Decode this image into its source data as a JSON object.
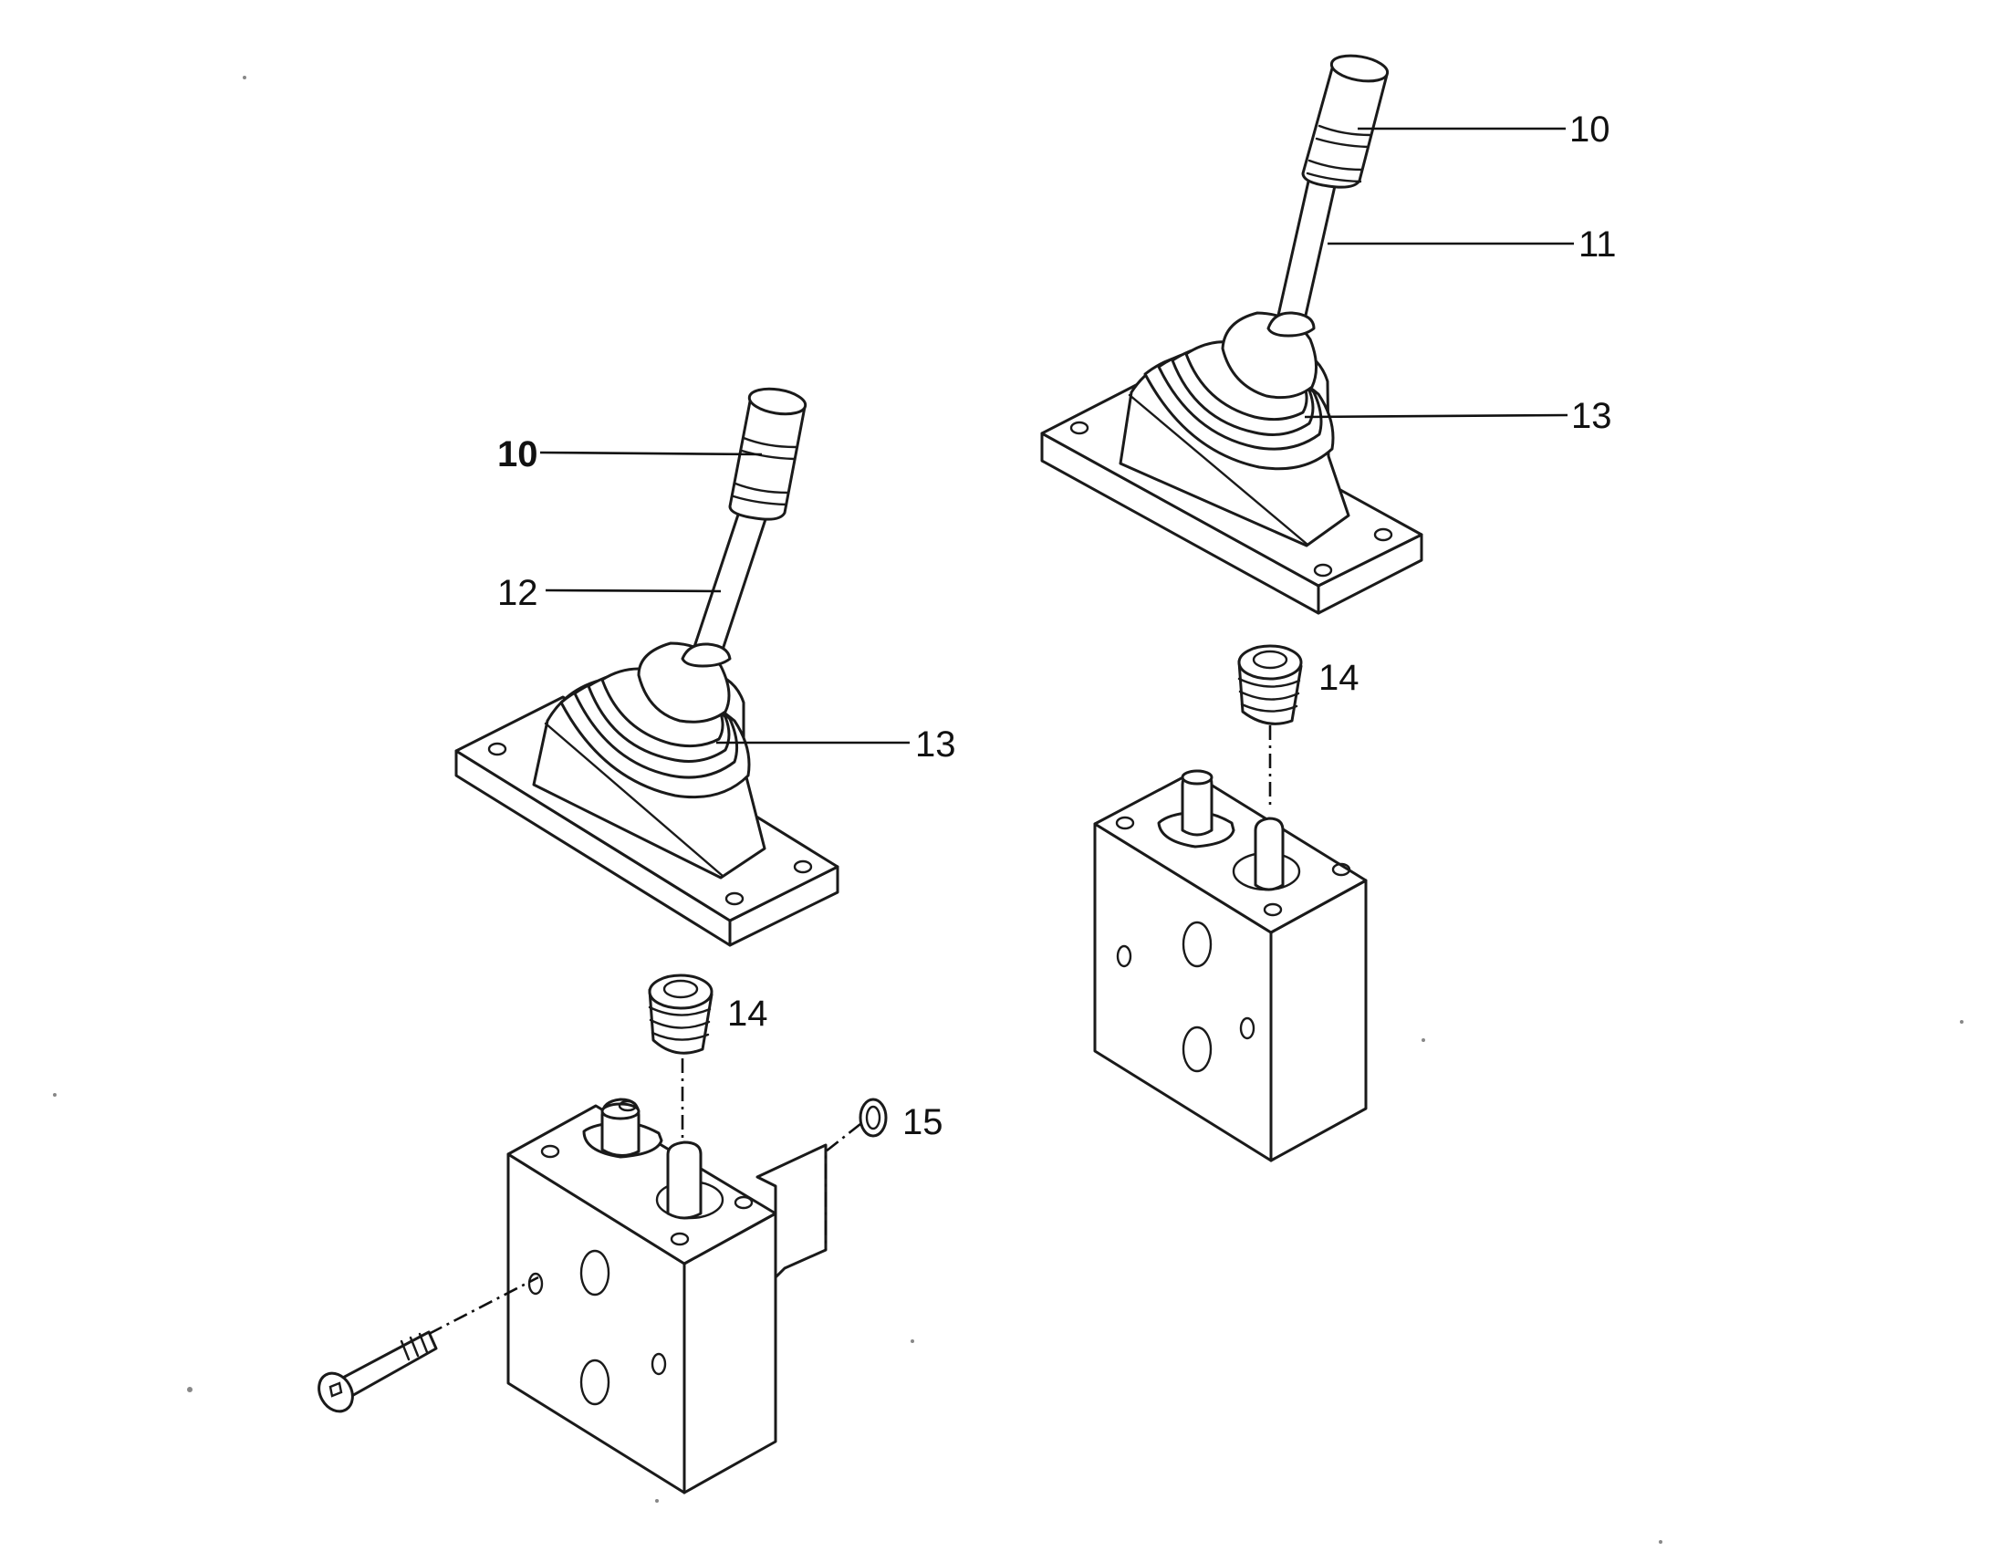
{
  "callouts": {
    "left_handle": "10",
    "left_lever": "12",
    "left_boot": "13",
    "left_plug": "14",
    "oring": "15",
    "right_handle": "10",
    "right_lever": "11",
    "right_boot": "13",
    "right_plug": "14"
  }
}
